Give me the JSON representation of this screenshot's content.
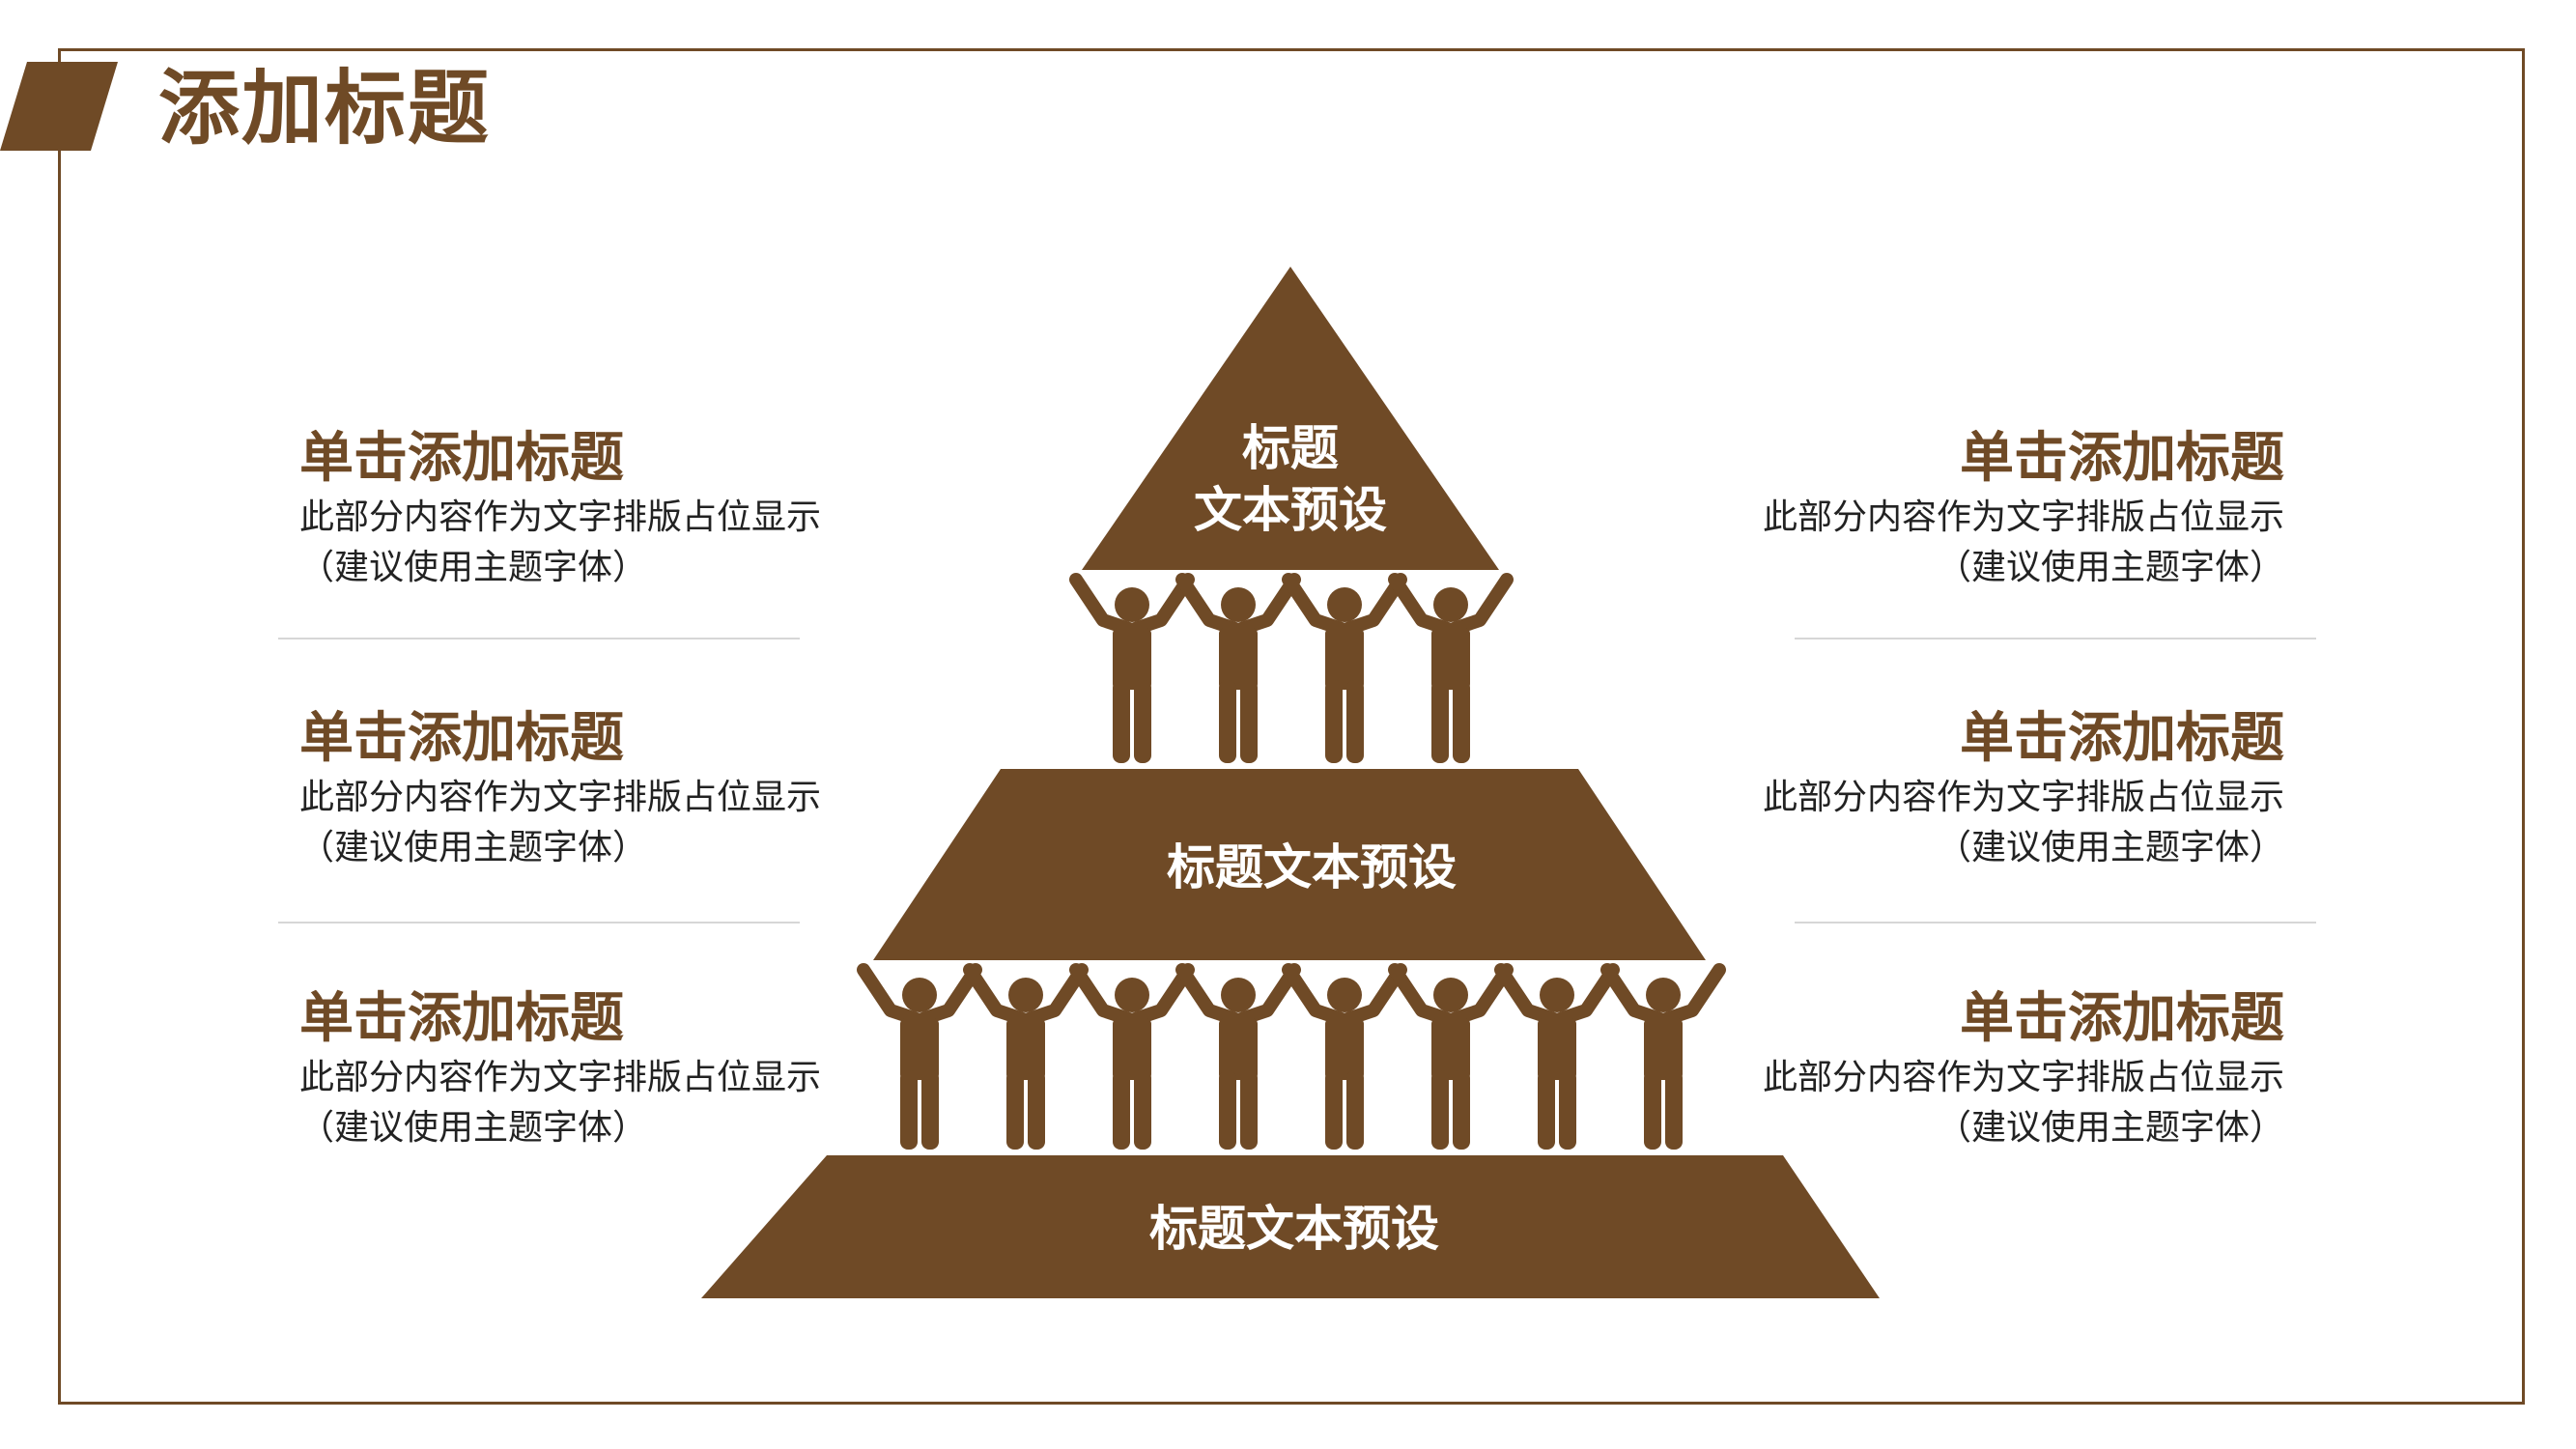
{
  "page": {
    "title": "添加标题"
  },
  "colors": {
    "accent": "#6f4a26",
    "text": "#222222",
    "separator": "#d6d6d6"
  },
  "pyramid": {
    "top_label_line1": "标题",
    "top_label_line2": "文本预设",
    "middle_label": "标题文本预设",
    "bottom_label": "标题文本预设",
    "upper_figures_count": 4,
    "lower_figures_count": 8
  },
  "left_items": [
    {
      "title": "单击添加标题",
      "desc1": "此部分内容作为文字排版占位显示",
      "desc2": "（建议使用主题字体）"
    },
    {
      "title": "单击添加标题",
      "desc1": "此部分内容作为文字排版占位显示",
      "desc2": "（建议使用主题字体）"
    },
    {
      "title": "单击添加标题",
      "desc1": "此部分内容作为文字排版占位显示",
      "desc2": "（建议使用主题字体）"
    }
  ],
  "right_items": [
    {
      "title": "单击添加标题",
      "desc1": "此部分内容作为文字排版占位显示",
      "desc2": "（建议使用主题字体）"
    },
    {
      "title": "单击添加标题",
      "desc1": "此部分内容作为文字排版占位显示",
      "desc2": "（建议使用主题字体）"
    },
    {
      "title": "单击添加标题",
      "desc1": "此部分内容作为文字排版占位显示",
      "desc2": "（建议使用主题字体）"
    }
  ]
}
